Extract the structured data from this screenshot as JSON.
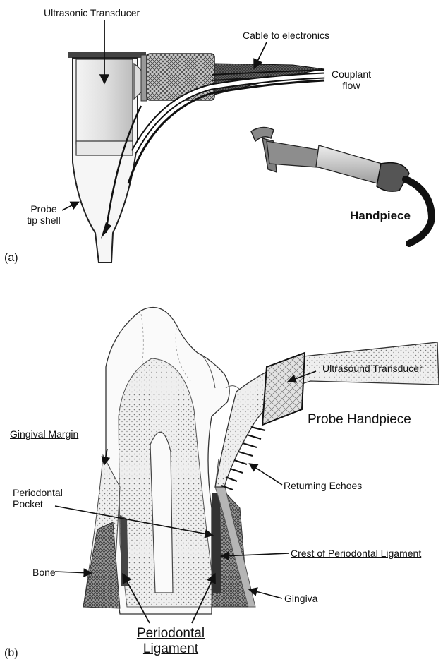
{
  "panel_a": {
    "panel_label": "(a)",
    "labels": {
      "transducer": "Ultrasonic Transducer",
      "cable": "Cable to electronics",
      "couplant_line1": "Couplant",
      "couplant_line2": "flow",
      "probe_line1": "Probe",
      "probe_line2": "tip shell",
      "handpiece": "Handpiece"
    }
  },
  "panel_b": {
    "panel_label": "(b)",
    "labels": {
      "ultrasound_transducer": "Ultrasound Transducer",
      "probe_handpiece": "Probe Handpiece",
      "gingival_margin": "Gingival Margin",
      "periodontal_pocket_line1": "Periodontal",
      "periodontal_pocket_line2": "Pocket",
      "returning_echoes": "Returning Echoes",
      "crest": "Crest of Periodontal Ligament",
      "bone": "Bone",
      "gingiva": "Gingiva",
      "ligament_line1": "Periodontal",
      "ligament_line2": "Ligament"
    }
  }
}
